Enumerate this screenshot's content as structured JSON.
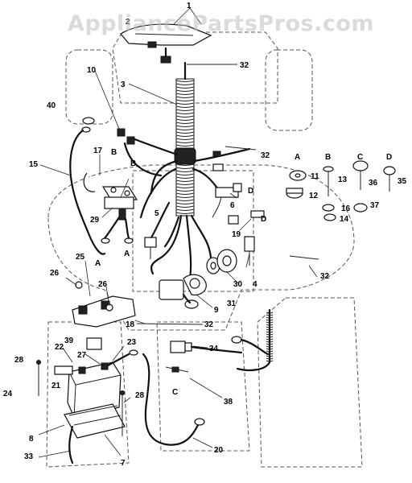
{
  "watermark": "AppliancePartsPros.com",
  "callouts": [
    "1",
    "2",
    "3",
    "32",
    "10",
    "40",
    "15",
    "17",
    "B",
    "B",
    "29",
    "5",
    "A",
    "A",
    "6",
    "D",
    "19",
    "D",
    "25",
    "26",
    "26",
    "30",
    "4",
    "9",
    "31",
    "18",
    "32",
    "39",
    "22",
    "27",
    "23",
    "28",
    "21",
    "24",
    "34",
    "C",
    "38",
    "28",
    "8",
    "33",
    "7",
    "20",
    "32",
    "32"
  ],
  "hardware_legend": {
    "headers": [
      "A",
      "B",
      "C",
      "D"
    ],
    "numbers": [
      "11",
      "13",
      "36",
      "35",
      "12",
      "16",
      "37",
      "14"
    ]
  },
  "colors": {
    "line": "#111111",
    "outline": "#555555",
    "watermark": "#bebebe"
  }
}
